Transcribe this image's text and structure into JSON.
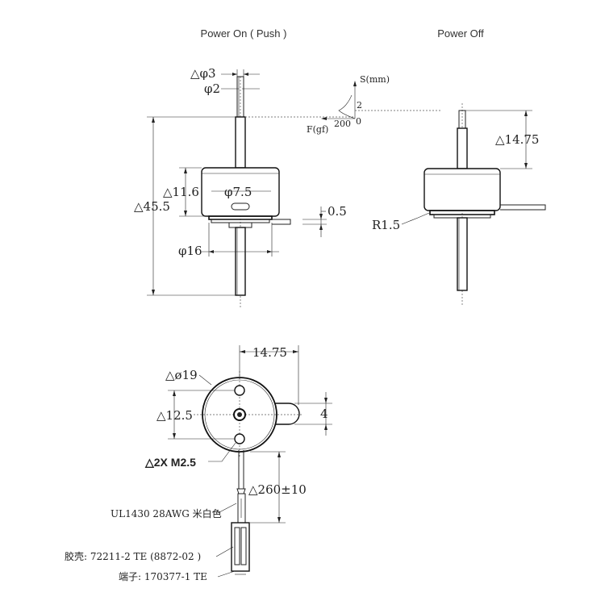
{
  "titles": {
    "power_on": "Power On ( Push )",
    "power_off": "Power Off"
  },
  "dims": {
    "d3": "△φ3",
    "d2": "φ2",
    "h11_6": "△11.6",
    "d7_5": "φ7.5",
    "h45_5": "△45.5",
    "t0_5": "0.5",
    "d16": "φ16",
    "s14_75_off": "△14.75",
    "r1_5": "R1.5",
    "w14_75_bottom": "14.75",
    "d19": "△ø19",
    "h12_5": "△12.5",
    "w4": "4",
    "m2_5": "△2X M2.5",
    "l260": "△260±10"
  },
  "graph": {
    "s_axis": "S(mm)",
    "f_axis": "F(gf)",
    "s_value": "2",
    "f_value": "200",
    "origin": "0"
  },
  "notes": {
    "wire": "UL1430 28AWG 米白色",
    "housing": "胶壳: 72211-2 TE (8872-02 )",
    "terminal": "端子: 170377-1 TE"
  }
}
